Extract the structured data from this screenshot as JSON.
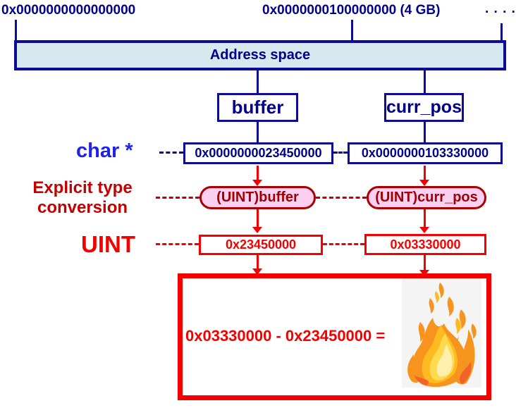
{
  "colors": {
    "navy": "#0c0c94",
    "navy_text": "#00008b",
    "bright_blue": "#2222e6",
    "bar_fill": "#d6e9ef",
    "dark_red": "#c40000",
    "pill_fill": "#fbd0f0",
    "pill_border": "#aa0000",
    "red": "#f50000"
  },
  "top": {
    "label_start": "0x0000000000000000",
    "label_4gb": "0x0000000100000000 (4 GB)",
    "ellipsis": ". . . .",
    "bar_label": "Address space"
  },
  "row_labels": {
    "char_ptr": "char *",
    "conversion_line1": "Explicit type",
    "conversion_line2": "conversion",
    "uint": "UINT"
  },
  "buffer_col": {
    "name": "buffer",
    "address": "0x0000000023450000",
    "cast": "(UINT)buffer",
    "uint_value": "0x23450000"
  },
  "curr_pos_col": {
    "name": "curr_pos",
    "address": "0x0000000103330000",
    "cast": "(UINT)curr_pos",
    "uint_value": "0x03330000"
  },
  "result": {
    "equation": "0x03330000 - 0x23450000 =",
    "icon": "fire-icon"
  }
}
